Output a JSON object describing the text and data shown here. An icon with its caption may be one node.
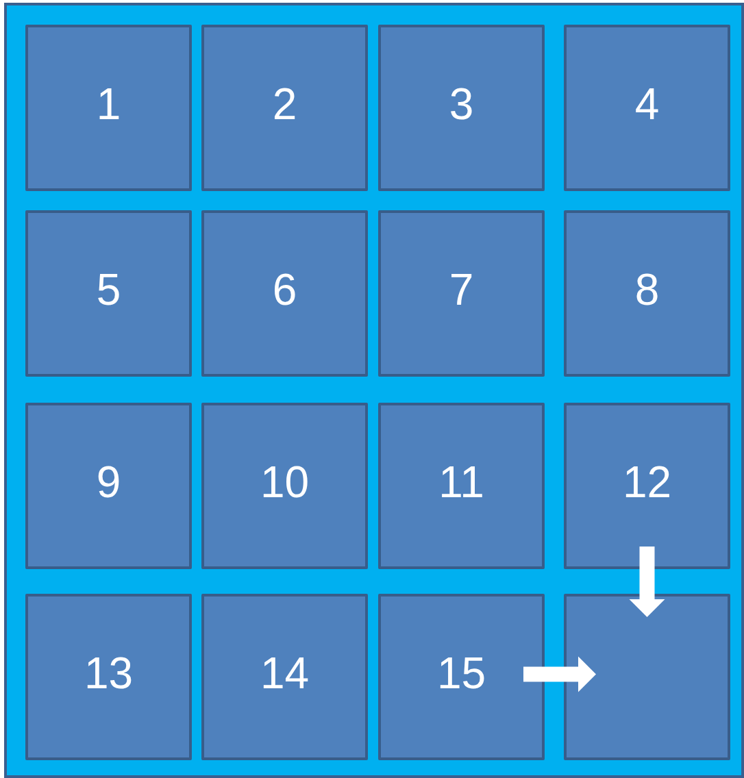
{
  "diagram": {
    "nodes": [
      {
        "text": [],
        "shape": "box"
      },
      {
        "text": [
          "1"
        ],
        "in": 0
      },
      {
        "text": [
          "2"
        ],
        "in": 0
      },
      {
        "text": [
          "3"
        ],
        "in": 0
      },
      {
        "text": [
          "4"
        ],
        "in": 0
      },
      {
        "text": [
          "5"
        ],
        "in": 0
      },
      {
        "text": [
          "6"
        ],
        "in": 0
      },
      {
        "text": [
          "7"
        ],
        "in": 0
      },
      {
        "text": [
          "8"
        ],
        "in": 0
      },
      {
        "text": [
          "9"
        ],
        "in": 0
      },
      {
        "text": [
          "10"
        ],
        "in": 0
      },
      {
        "text": [
          "11"
        ],
        "in": 0
      },
      {
        "text": [
          "12"
        ],
        "in": 0
      },
      {
        "text": [
          "13"
        ],
        "in": 0
      },
      {
        "text": [
          "14"
        ],
        "in": 0
      },
      {
        "text": [
          "15"
        ],
        "in": 0
      },
      {
        "text": [],
        "shape": "box",
        "in": 0
      }
    ],
    "edges": [
      {
        "from": 12,
        "to": 16,
        "arrow": "to"
      },
      {
        "from": 15,
        "to": 16,
        "arrow": "to"
      }
    ]
  }
}
